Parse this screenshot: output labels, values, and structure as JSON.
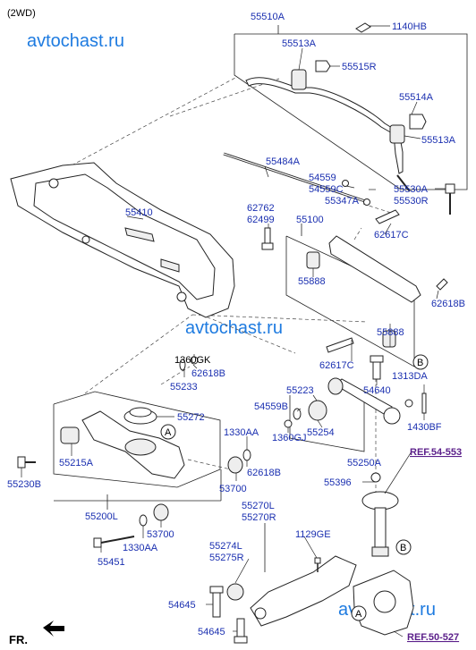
{
  "header": {
    "variant": "(2WD)"
  },
  "watermark": "avtochast.ru",
  "refs": {
    "ref_top": "REF.54-553",
    "ref_bottom": "REF.50-527"
  },
  "markers": {
    "a": "A",
    "b": "B"
  },
  "front_label": "FR.",
  "labels": {
    "p55510A": "55510A",
    "p1140HB": "1140HB",
    "p55513A_1": "55513A",
    "p55515R": "55515R",
    "p55514A": "55514A",
    "p55513A_2": "55513A",
    "p55484A": "55484A",
    "p54559": "54559",
    "p54559C": "54559C",
    "p55347A": "55347A",
    "p55530A": "55530A",
    "p55530R": "55530R",
    "p55410": "55410",
    "p62762": "62762",
    "p62499": "62499",
    "p55100": "55100",
    "p62617C_1": "62617C",
    "p55888_1": "55888",
    "p62618B_1": "62618B",
    "p55888_2": "55888",
    "p1360GK": "1360GK",
    "p62618B_2": "62618B",
    "p55233": "55233",
    "p62617C_2": "62617C",
    "p54640": "54640",
    "p1313DA": "1313DA",
    "p55223": "55223",
    "p54559B": "54559B",
    "p55254": "55254",
    "p1430BF": "1430BF",
    "p55272": "55272",
    "p1330AA_1": "1330AA",
    "p1360GJ": "1360GJ",
    "p55215A": "55215A",
    "p62618B_3": "62618B",
    "p55250A": "55250A",
    "p55230B": "55230B",
    "p53700_1": "53700",
    "p55396": "55396",
    "p55200L": "55200L",
    "p53700_2": "53700",
    "p1330AA_2": "1330AA",
    "p55451": "55451",
    "p55270L": "55270L",
    "p55270R": "55270R",
    "p1129GE": "1129GE",
    "p55274L": "55274L",
    "p55275R": "55275R",
    "p54645_1": "54645",
    "p54645_2": "54645"
  }
}
